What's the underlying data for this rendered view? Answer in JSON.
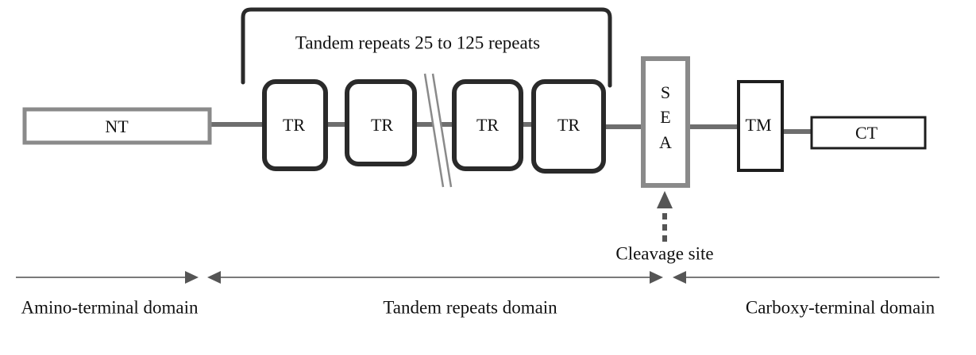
{
  "bracket_label": "Tandem repeats 25 to 125 repeats",
  "boxes": {
    "nt": "NT",
    "tr": [
      "TR",
      "TR",
      "TR",
      "TR"
    ],
    "sea": [
      "S",
      "E",
      "A"
    ],
    "tm": "TM",
    "ct": "CT"
  },
  "cleavage_label": "Cleavage site",
  "domains": {
    "amino": "Amino-terminal domain",
    "tandem": "Tandem repeats domain",
    "carboxy": "Carboxy-terminal domain"
  },
  "colors": {
    "stroke": "#1a1a1a",
    "backbone": "#777777",
    "box_border_gray": "#8a8a8a",
    "arrow": "#7a7a7a"
  }
}
